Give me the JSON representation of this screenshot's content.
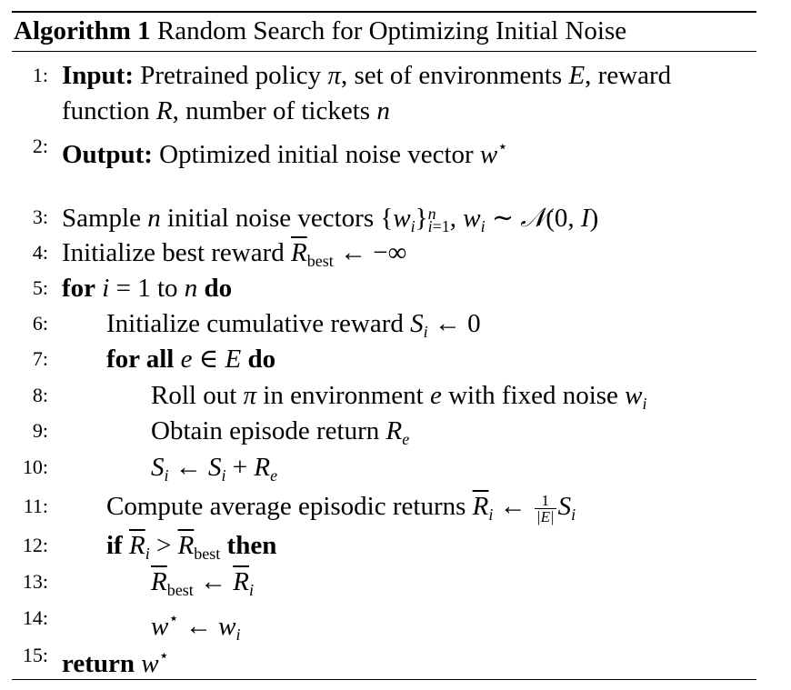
{
  "algorithm": {
    "label": "Algorithm 1",
    "title": "Random Search for Optimizing Initial Noise"
  },
  "keywords": {
    "input": "Input:",
    "output": "Output:",
    "for": "for",
    "do": "do",
    "for_all": "for all",
    "if": "if",
    "then": "then",
    "return": "return"
  },
  "lines": [
    {
      "num": "1:"
    },
    {
      "num": "2:"
    },
    {
      "num": "3:"
    },
    {
      "num": "4:"
    },
    {
      "num": "5:"
    },
    {
      "num": "6:"
    },
    {
      "num": "7:"
    },
    {
      "num": "8:"
    },
    {
      "num": "9:"
    },
    {
      "num": "10:"
    },
    {
      "num": "11:"
    },
    {
      "num": "12:"
    },
    {
      "num": "13:"
    },
    {
      "num": "14:"
    },
    {
      "num": "15:"
    }
  ],
  "text": {
    "l1a": "Pretrained policy",
    "l1b": ", set of environments",
    "l1c": ", reward",
    "l1d": "function",
    "l1e": ", number of tickets",
    "l2": "Optimized initial noise vector",
    "l3a": "Sample",
    "l3b": "initial noise vectors",
    "l4": "Initialize best reward",
    "l5": "to",
    "l6": "Initialize cumulative reward",
    "l8a": "Roll out",
    "l8b": "in environment",
    "l8c": "with fixed noise",
    "l9": "Obtain episode return",
    "l11": "Compute average episodic returns"
  }
}
